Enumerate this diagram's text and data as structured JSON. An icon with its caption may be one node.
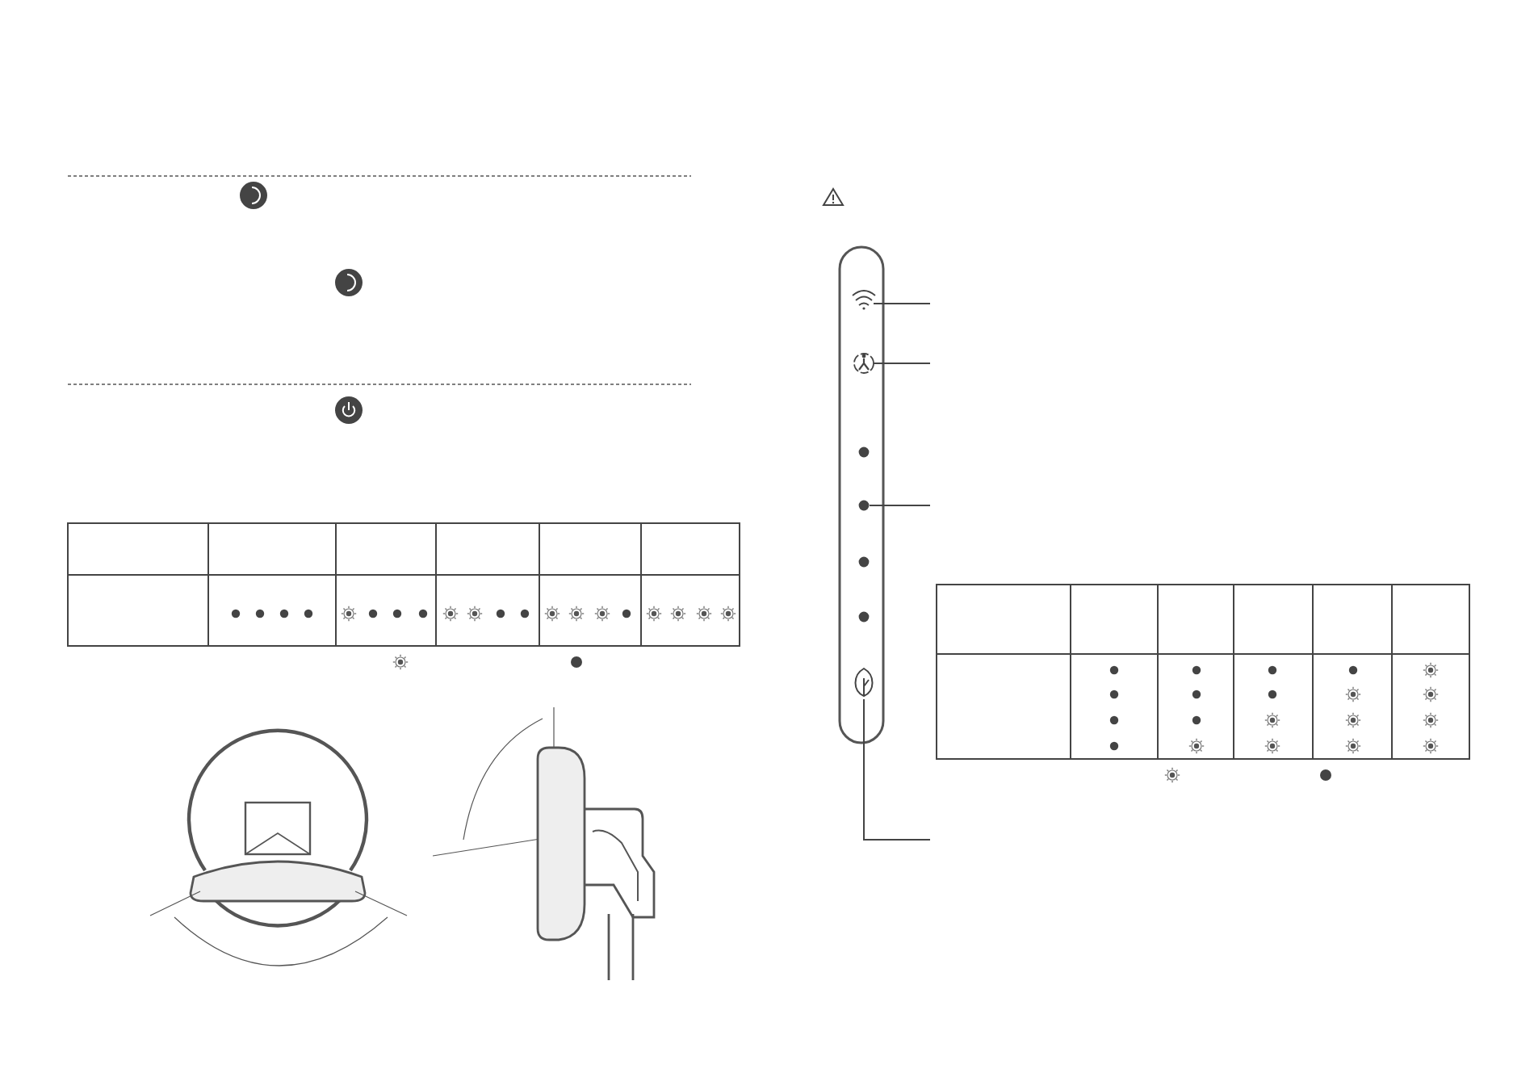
{
  "diagram": {
    "nodes": [
      {
        "text": [],
        "shape": "picture"
      },
      {
        "text": [],
        "shape": "picture"
      },
      {
        "text": [],
        "shape": "circle"
      },
      {
        "text": [],
        "shape": "picture"
      }
    ],
    "edges": [
      {
        "from": 0,
        "to": null,
        "arrow": "none"
      },
      {
        "from": 1,
        "to": null,
        "arrow": "none"
      },
      {
        "from": 2,
        "to": null,
        "arrow": "none"
      },
      {
        "from": 3,
        "to": null,
        "arrow": "none"
      }
    ]
  }
}
